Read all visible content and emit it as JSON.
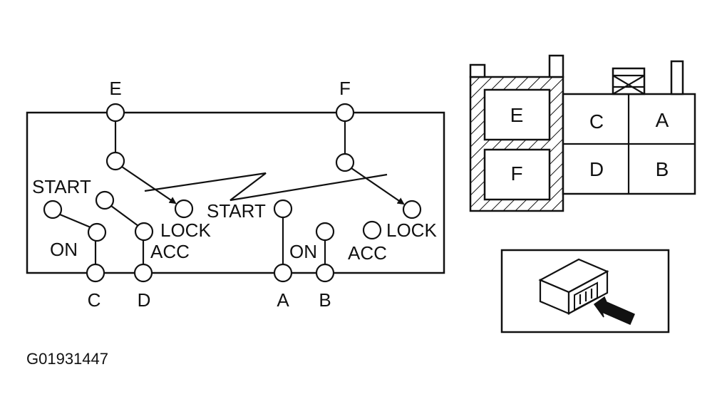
{
  "switch_diagram": {
    "labels": {
      "e_top": "E",
      "f_top": "F",
      "start_left": "START",
      "start_right": "START",
      "lock_left": "LOCK",
      "lock_right": "LOCK",
      "on_left": "ON",
      "on_right": "ON",
      "acc_left": "ACC",
      "acc_right": "ACC",
      "c_bottom": "C",
      "d_bottom": "D",
      "a_bottom": "A",
      "b_bottom": "B"
    }
  },
  "connector_face": {
    "cells": {
      "e": "E",
      "f": "F",
      "c": "C",
      "a": "A",
      "d": "D",
      "b": "B"
    }
  },
  "figure_code": "G01931447"
}
